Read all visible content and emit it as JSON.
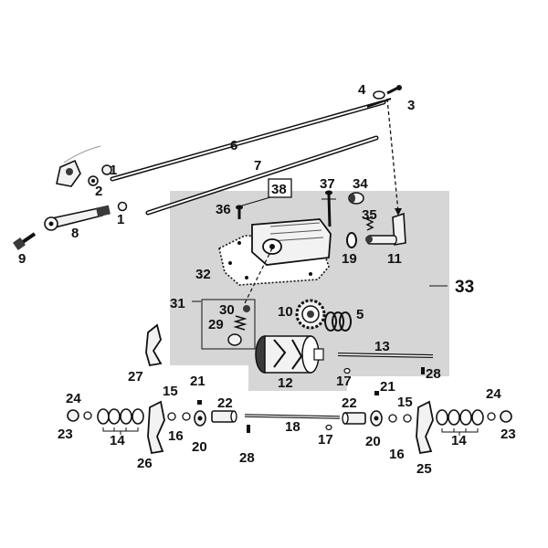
{
  "colors": {
    "background": "#ffffff",
    "shaded_region": "#d6d6d6",
    "ink": "#111111",
    "part_fill_light": "#f2f2f2",
    "part_fill_dark": "#3a3a3a"
  },
  "callouts": {
    "c1a": "1",
    "c1b": "1",
    "c2": "2",
    "c3": "3",
    "c4": "4",
    "c5": "5",
    "c6": "6",
    "c7": "7",
    "c8": "8",
    "c9": "9",
    "c10": "10",
    "c11": "11",
    "c12": "12",
    "c13": "13",
    "c14a": "14",
    "c14b": "14",
    "c15a": "15",
    "c15b": "15",
    "c16a": "16",
    "c16b": "16",
    "c17a": "17",
    "c17b": "17",
    "c18": "18",
    "c19": "19",
    "c20a": "20",
    "c20b": "20",
    "c21a": "21",
    "c21b": "21",
    "c22a": "22",
    "c22b": "22",
    "c23a": "23",
    "c23b": "23",
    "c24a": "24",
    "c24b": "24",
    "c25": "25",
    "c26": "26",
    "c27": "27",
    "c28a": "28",
    "c28b": "28",
    "c29": "29",
    "c30": "30",
    "c31": "31",
    "c32": "32",
    "c33": "33",
    "c34": "34",
    "c35": "35",
    "c36": "36",
    "c37": "37",
    "c38": "38"
  },
  "icons": [
    "rod-icon",
    "lever-icon",
    "nut-icon",
    "washer-icon",
    "spring-icon",
    "gear-icon",
    "drum-icon",
    "shaft-icon",
    "fork-icon",
    "bolt-icon",
    "housing-icon"
  ]
}
